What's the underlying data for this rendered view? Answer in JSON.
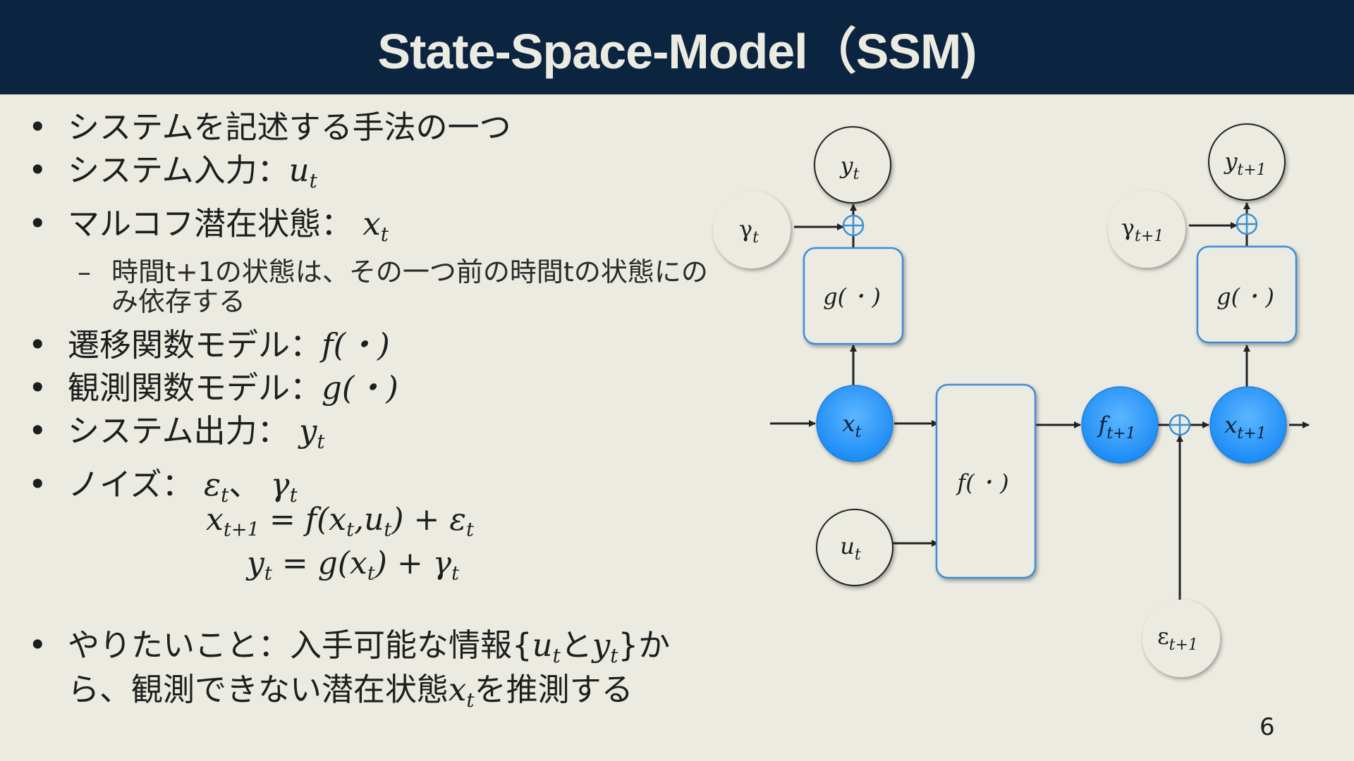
{
  "title": "State-Space-Model（SSM)",
  "bullets": [
    {
      "text": "システムを記述する手法の一つ"
    },
    {
      "text": "システム入力：",
      "math": "u",
      "sub": "t"
    },
    {
      "text": "マルコフ潜在状態： ",
      "math": "x",
      "sub": "t",
      "subitem": "時間t+1の状態は、その一つ前の時間tの状態にのみ依存する"
    },
    {
      "text": "遷移関数モデル：",
      "math": "f(・)"
    },
    {
      "text": "観測関数モデル：",
      "math": "g(・)"
    },
    {
      "text": "システム出力： ",
      "math": "y",
      "sub": "t"
    },
    {
      "text": "ノイズ： ",
      "noise": "ε",
      "noise_sub": "t",
      "sep": "、 ",
      "noise2": "γ",
      "noise2_sub": "t"
    }
  ],
  "equations": {
    "eq1": {
      "lhs": "x",
      "lhs_sub": "t+1",
      "rhs": "= f(x",
      "a_sub": "t",
      "mid": ",u",
      "b_sub": "t",
      "end": ") + ε",
      "end_sub": "t"
    },
    "eq2": {
      "lhs": "y",
      "lhs_sub": "t",
      "rhs": "= g(x",
      "a_sub": "t",
      "end": ") + γ",
      "end_sub": "t"
    }
  },
  "goal": {
    "pre": "やりたいこと：入手可能な情報{",
    "u": "u",
    "u_sub": "t",
    "and": "と",
    "y": "y",
    "y_sub": "t",
    "mid": "}から、観測できない潜在状態",
    "x": "x",
    "x_sub": "t",
    "post": "を推測する"
  },
  "page_number": "6",
  "diagram": {
    "y_t": "y",
    "y_t_sub": "t",
    "y_t1": "y",
    "y_t1_sub": "t+1",
    "gamma_t": "γ",
    "gamma_t_sub": "t",
    "gamma_t1": "γ",
    "gamma_t1_sub": "t+1",
    "g_box": "g( ･ )",
    "f_box": "f( ･ )",
    "x_t": "x",
    "x_t_sub": "t",
    "f_t1": "f",
    "f_t1_sub": "t+1",
    "x_t1": "x",
    "x_t1_sub": "t+1",
    "u_t": "u",
    "u_t_sub": "t",
    "eps_t1": "ε",
    "eps_t1_sub": "t+1"
  },
  "colors": {
    "header_bg": "#0b2440",
    "background": "#ecebe2",
    "state_fill": "#1e90ff",
    "box_stroke": "#3a8fd8"
  }
}
